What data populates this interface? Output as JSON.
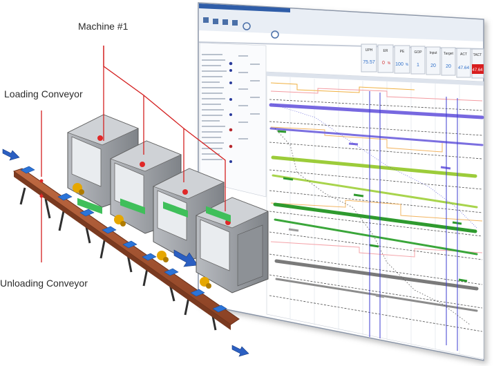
{
  "labels": {
    "machine": "Machine #1",
    "loading": "Loading Conveyor",
    "unloading": "Unloading Conveyor"
  },
  "kpis": [
    {
      "label": "UPH",
      "value": "75.57",
      "color": "#2f6fc8"
    },
    {
      "label": "ER",
      "value": "0",
      "unit": "%",
      "color": "#d23030"
    },
    {
      "label": "PE",
      "value": "100",
      "unit": "%",
      "color": "#2f6fc8"
    },
    {
      "label": "GOP",
      "value": "1",
      "color": "#2f6fc8"
    },
    {
      "label": "Input",
      "value": "20",
      "color": "#2f6fc8"
    },
    {
      "label": "Target",
      "value": "20",
      "color": "#2f6fc8"
    },
    {
      "label": "ACT",
      "value": "47.64",
      "color": "#2f6fc8"
    },
    {
      "label": "TACT",
      "value": "47.64",
      "color": "#ffffff",
      "bg": "#d81e1e"
    }
  ],
  "colors": {
    "window_border": "#9aa6b8",
    "ribbon": "#e9eef5",
    "conveyor": "#a6542f",
    "machine_body": "#9b9ea3",
    "accent_blue": "#2b5fc2",
    "robot": "#e6a700"
  }
}
